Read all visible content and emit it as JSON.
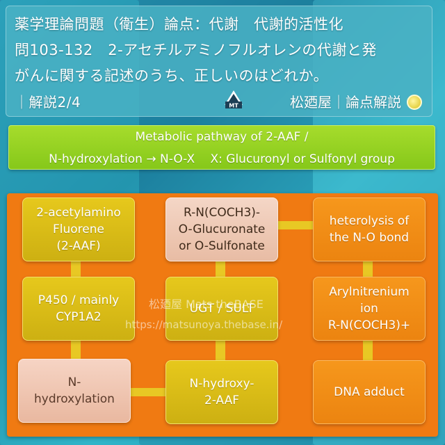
{
  "header": {
    "line1": "薬学理論問題（衛生）論点：代謝　代謝的活性化",
    "line2": "問103-132　2-アセチルアミノフルオレンの代謝と発",
    "line3": "がんに関する記述のうち、正しいのはどれか。",
    "line4": "｜解説2/4",
    "brand": "松廼屋｜論点解説",
    "logo_text": "MT"
  },
  "pathway": {
    "line1": "Metabolic pathway of 2-AAF /",
    "line2": "N-hydroxylation → N-O-X　 X: Glucuronyl or Sulfonyl group"
  },
  "nodes": {
    "aaf": "2-acetylamino\nFluorene\n(2-AAF)",
    "conjugate": "R-N(COCH3)-\nO-Glucuronate\nor O-Sulfonate",
    "heterolysis": "heterolysis of\nthe N-O bond",
    "p450": "P450 / mainly\nCYP1A2",
    "ugt": "UGT / SULT",
    "nitrenium": "Arylnitrenium\nion\nR-N(COCH3)+",
    "nhydroxylation": "N-\nhydroxylation",
    "nhydroxy": "N-hydroxy-\n2-AAF",
    "dna": "DNA adduct"
  },
  "watermark": {
    "line1": "松廼屋 Mats theBASE",
    "line2": "https://matsunoya.thebase.in/"
  }
}
